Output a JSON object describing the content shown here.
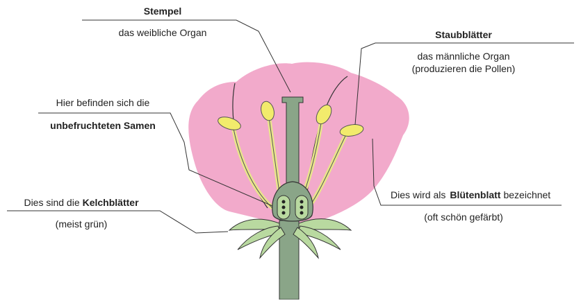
{
  "labels": {
    "pistil": {
      "title": "Stempel",
      "desc": "das weibliche Organ"
    },
    "stamens": {
      "title": "Staubblätter",
      "desc1": "das männliche Organ",
      "desc2": "(produzieren die Pollen)"
    },
    "ovules": {
      "line1": "Hier befinden sich die",
      "line2": "unbefruchteten Samen"
    },
    "petal": {
      "prefix": "Dies wird als",
      "bold": "Blütenblatt",
      "suffix": "bezeichnet",
      "note": "(oft schön gefärbt)"
    },
    "sepals": {
      "prefix": "Dies sind die",
      "bold": "Kelchblätter",
      "note": "(meist grün)"
    }
  },
  "colors": {
    "petal": "#f2aacb",
    "petal_outline": "#333333",
    "stem": "#8aa588",
    "sepal": "#b9d9a0",
    "anther": "#f2eb6c",
    "filament": "#e9e58a",
    "ovary": "#8aa588",
    "line": "#333333"
  }
}
